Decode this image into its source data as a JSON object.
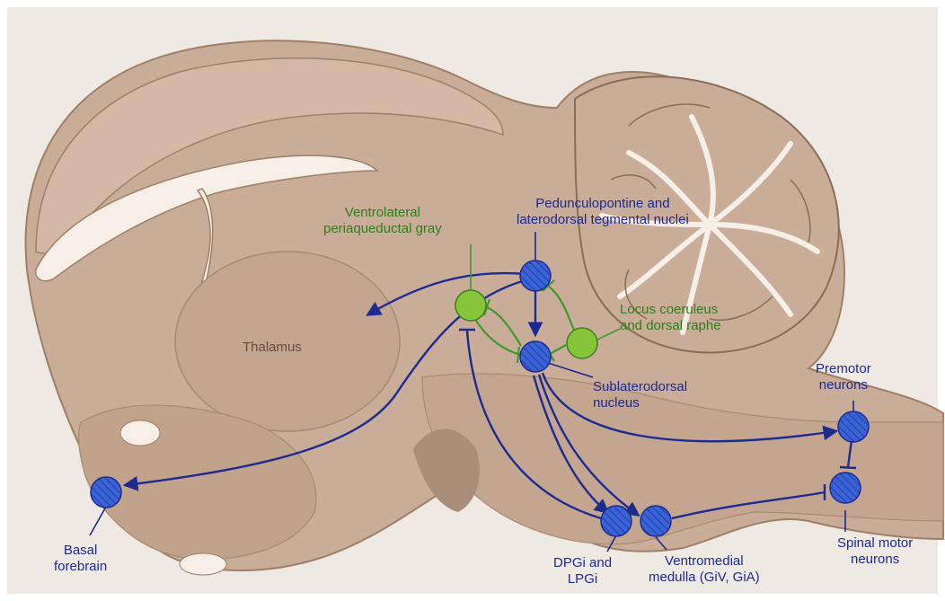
{
  "labels": {
    "pedunculopontine": [
      "Pedunculopontine and",
      "laterodorsal tegmental nuclei"
    ],
    "vlpag": [
      "Ventrolateral",
      "periaqueductal gray"
    ],
    "locus": [
      "Locus coeruleus",
      "and dorsal raphe"
    ],
    "thalamus": "Thalamus",
    "sublaterodorsal": [
      "Sublaterodorsal",
      "nucleus"
    ],
    "premotor": [
      "Premotor",
      "neurons"
    ],
    "basal": [
      "Basal",
      "forebrain"
    ],
    "dpgi": [
      "DPGi and",
      "LPGi"
    ],
    "ventromedial": [
      "Ventromedial",
      "medulla (GiV, GiA)"
    ],
    "spinal": [
      "Spinal motor",
      "neurons"
    ]
  },
  "colors": {
    "background": "#efe9e4",
    "brain_fill": "#c9ad98",
    "brain_shade": "#b8987f",
    "brain_edge": "#9e7f68",
    "excitatory_node": "#3a63d8",
    "excitatory_arrow": "#1d2a8f",
    "inhibitory_node": "#86c43a",
    "inhibitory_line": "#3f9a2a"
  }
}
